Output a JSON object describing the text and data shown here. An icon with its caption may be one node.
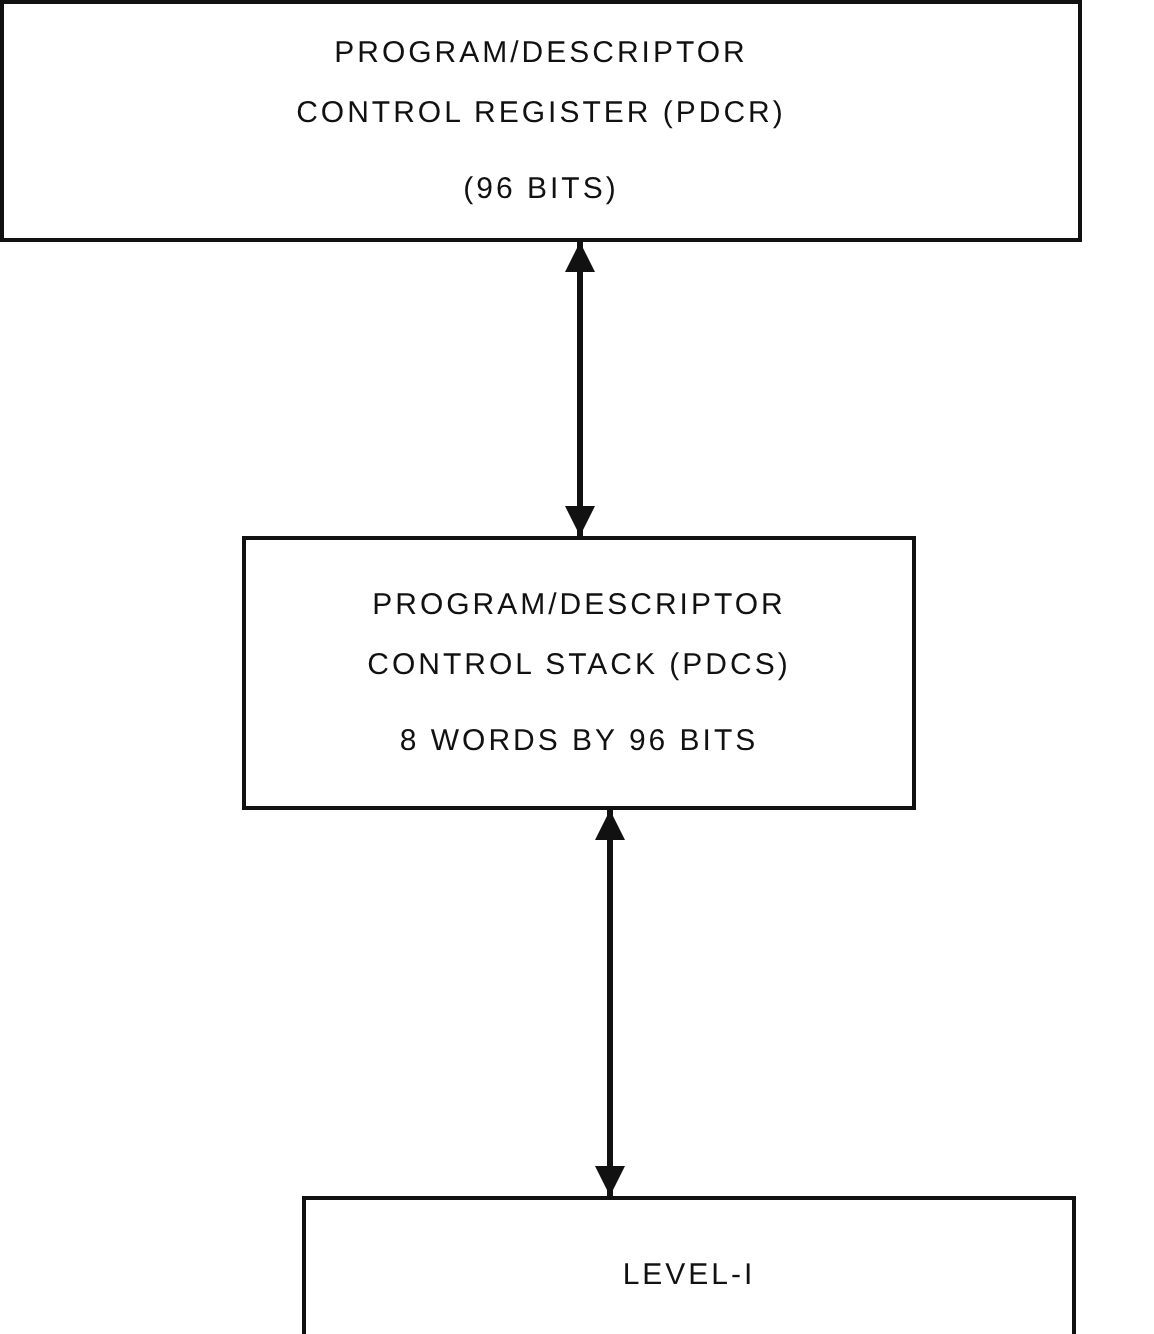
{
  "diagram": {
    "nodes": [
      {
        "text": [
          "PROGRAM/DESCRIPTOR CONTROL REGISTER (PDCR)",
          "(96 BITS)"
        ]
      },
      {
        "text": [
          "PROGRAM/DESCRIPTOR CONTROL STACK (PDCS)",
          "8 WORDS BY 96 BITS"
        ]
      },
      {
        "text": [
          "LEVEL-I"
        ]
      }
    ],
    "edges": [
      {
        "from": 0,
        "to": 1,
        "arrow": "both"
      },
      {
        "from": 1,
        "to": 2,
        "arrow": "both"
      }
    ]
  }
}
